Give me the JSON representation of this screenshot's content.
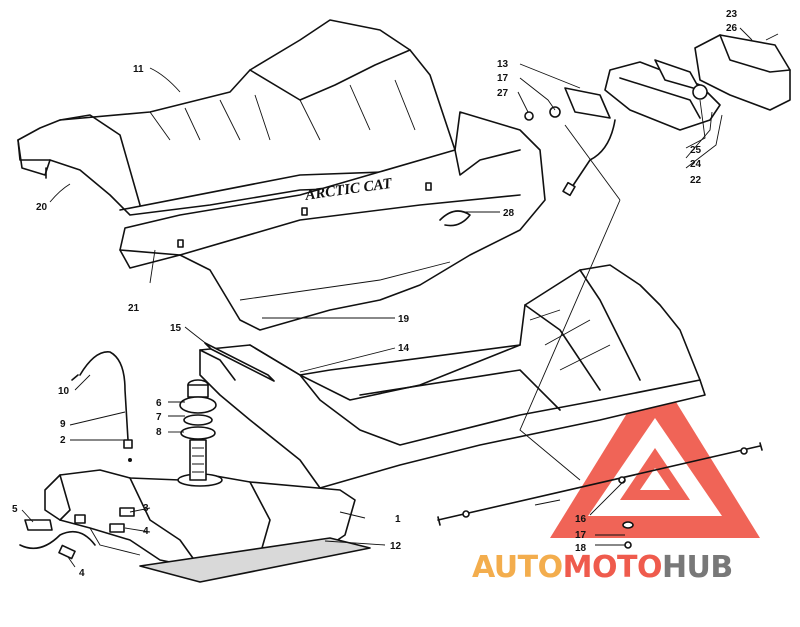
{
  "brand_label": "ARCTIC CAT",
  "watermark": {
    "text_auto": "AUTO",
    "text_moto": "MOTO",
    "text_hub": "HUB",
    "color_auto": "#f2a53a",
    "color_moto": "#ee4a3a",
    "color_hub": "#6a6a6a",
    "logo_color": "#ee4a3a"
  },
  "callouts": {
    "c1": "1",
    "c2": "2",
    "c3": "3",
    "c4a": "4",
    "c4b": "4",
    "c5": "5",
    "c6": "6",
    "c7": "7",
    "c8": "8",
    "c9": "9",
    "c10": "10",
    "c11": "11",
    "c12": "12",
    "c13": "13",
    "c14": "14",
    "c15": "15",
    "c16": "16",
    "c17a": "17",
    "c17b": "17",
    "c18": "18",
    "c19": "19",
    "c20": "20",
    "c21": "21",
    "c22": "22",
    "c23": "23",
    "c24": "24",
    "c25": "25",
    "c26": "26",
    "c27": "27",
    "c28": "28"
  }
}
